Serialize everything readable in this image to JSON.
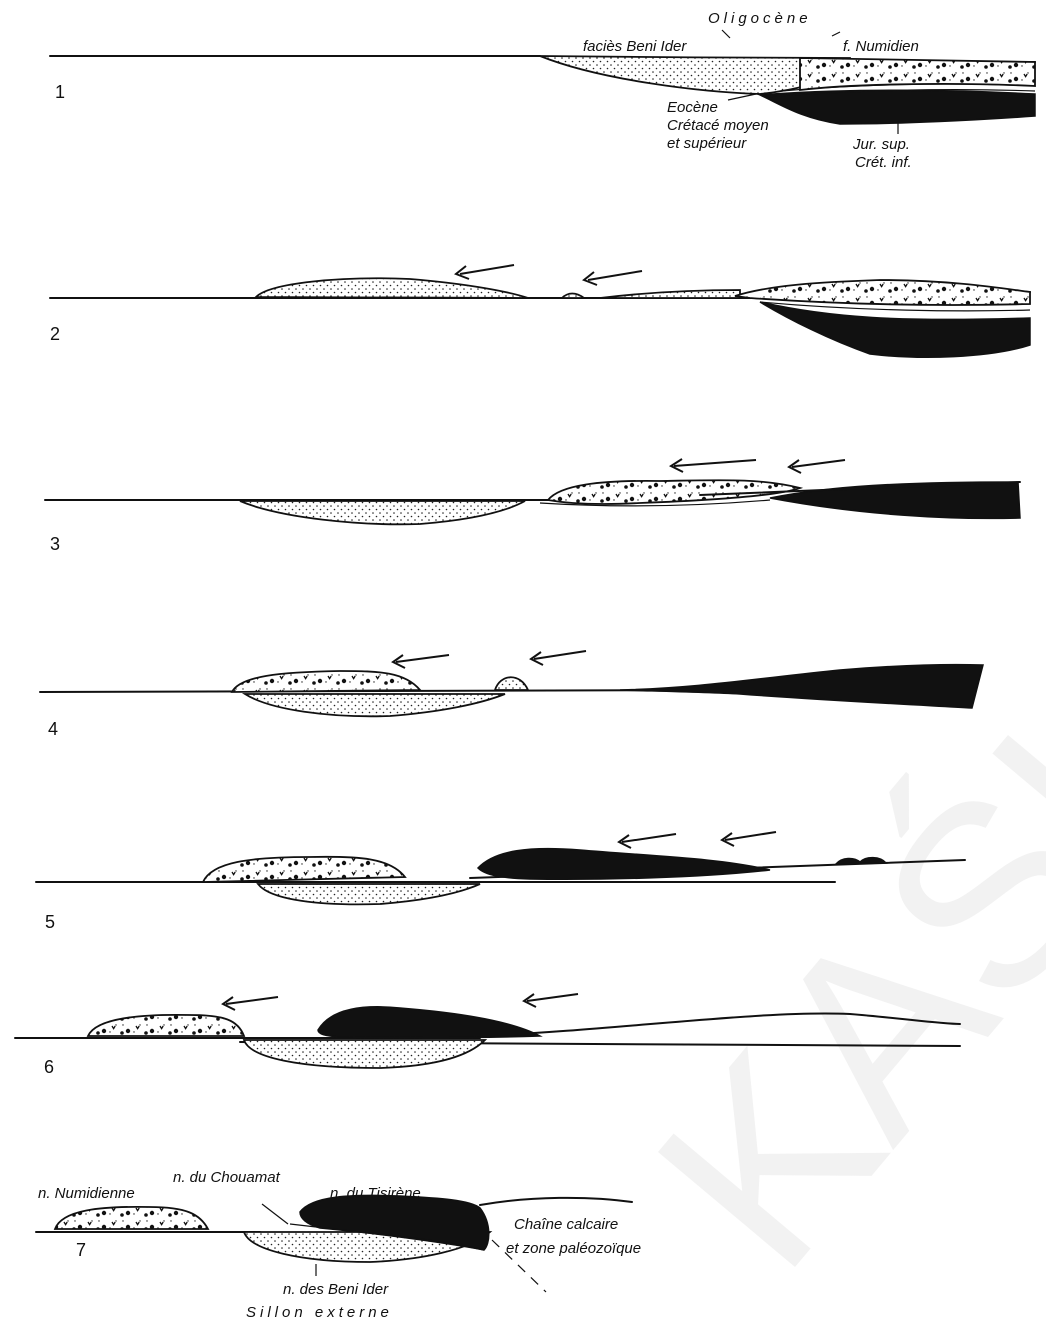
{
  "watermark": "KAŚKIGG",
  "panels": [
    {
      "number": "1"
    },
    {
      "number": "2"
    },
    {
      "number": "3"
    },
    {
      "number": "4"
    },
    {
      "number": "5"
    },
    {
      "number": "6"
    },
    {
      "number": "7"
    }
  ],
  "panel1_labels": {
    "oligocene": "Oligocène",
    "facies_beni_ider": "faciès Beni Ider",
    "f_numidien": "f. Numidien",
    "eocene": "Eocène",
    "cretace_moyen": "Crétacé moyen",
    "et_superieur": "et supérieur",
    "jur_sup": "Jur. sup.",
    "cret_inf": "Crét. inf."
  },
  "panel7_labels": {
    "n_numidienne": "n. Numidienne",
    "n_chouamat": "n. du Chouamat",
    "n_tisirene": "n. du Tisirène",
    "chaine_calcaire": "Chaîne calcaire",
    "zone_paleozoique": "et zone paléozoïque",
    "n_beni_ider": "n. des Beni Ider",
    "sillon_externe": "Sillon externe"
  }
}
